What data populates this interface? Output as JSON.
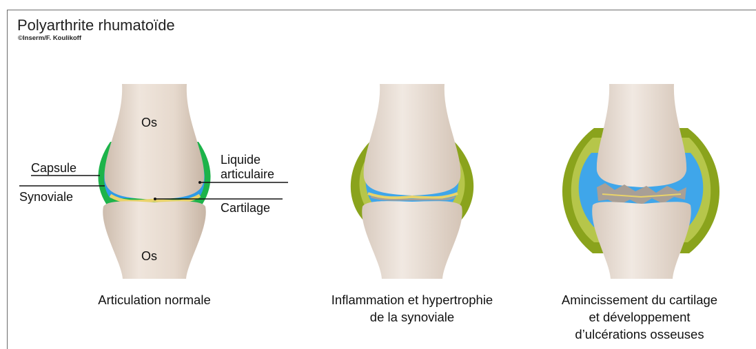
{
  "title": "Polyarthrite rhumatoïde",
  "credit": "©Inserm/F. Koulikoff",
  "labels": {
    "bone_top": "Os",
    "bone_bottom": "Os",
    "capsule": "Capsule",
    "synovial": "Synoviale",
    "fluid_line1": "Liquide",
    "fluid_line2": "articulaire",
    "cartilage": "Cartilage"
  },
  "captions": {
    "normal": "Articulation normale",
    "inflamed_line1": "Inflammation et hypertrophie",
    "inflamed_line2": "de la synoviale",
    "thinning_line1": "Amincissement du cartilage",
    "thinning_line2": "et développement",
    "thinning_line3": "d’ulcérations osseuses"
  },
  "colors": {
    "bone": "#e8dcd2",
    "bone_shade": "#cfbfb1",
    "capsule_normal": "#1db34a",
    "capsule_inflamed": "#8aa31c",
    "fluid": "#2f9be6",
    "cartilage": "#e9d36a",
    "erosion": "#a89f96"
  }
}
